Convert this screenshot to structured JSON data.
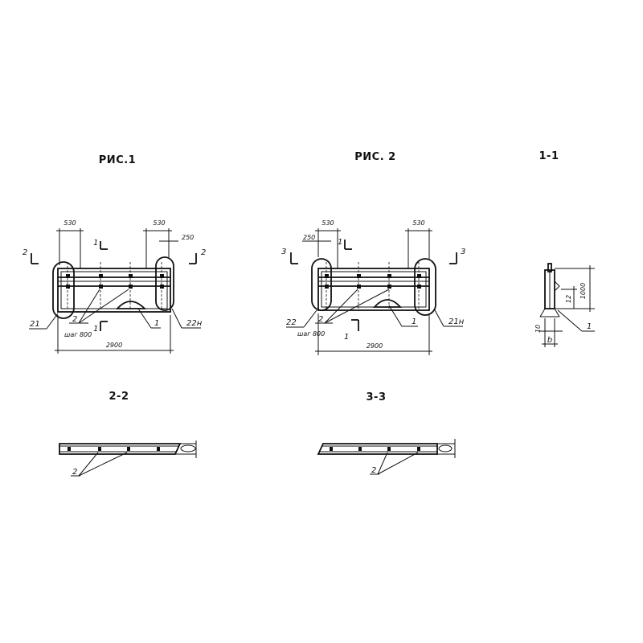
{
  "titles": {
    "fig1": "РИС.1",
    "fig2": "РИС. 2",
    "sec11": "1-1",
    "sec22": "2-2",
    "sec33": "3-3"
  },
  "fig1": {
    "dim_left": "530",
    "dim_right": "530",
    "dim_edge": "250",
    "dim_total": "2900",
    "cut_left": "2",
    "cut_right": "2",
    "cut_mid_top": "1",
    "cut_mid_bottom": "1",
    "leader_21": "21",
    "leader_2": "2",
    "leader_step": "шаг 800",
    "leader_1": "1",
    "leader_22n": "22н"
  },
  "fig2": {
    "dim_left": "530",
    "dim_right": "530",
    "dim_edge": "250",
    "dim_total": "2900",
    "cut_left": "3",
    "cut_right": "3",
    "cut_mid_top": "1",
    "cut_mid_bottom": "1",
    "leader_22": "22",
    "leader_2": "2",
    "leader_step": "шаг 800",
    "leader_1": "1",
    "leader_21n": "21н"
  },
  "sec11": {
    "dim_height": "1000",
    "dim_12": "12",
    "dim_10": "10",
    "dim_b": "b",
    "leader_1": "1"
  },
  "sec22": {
    "leader_2": "2"
  },
  "sec33": {
    "leader_2": "2"
  }
}
